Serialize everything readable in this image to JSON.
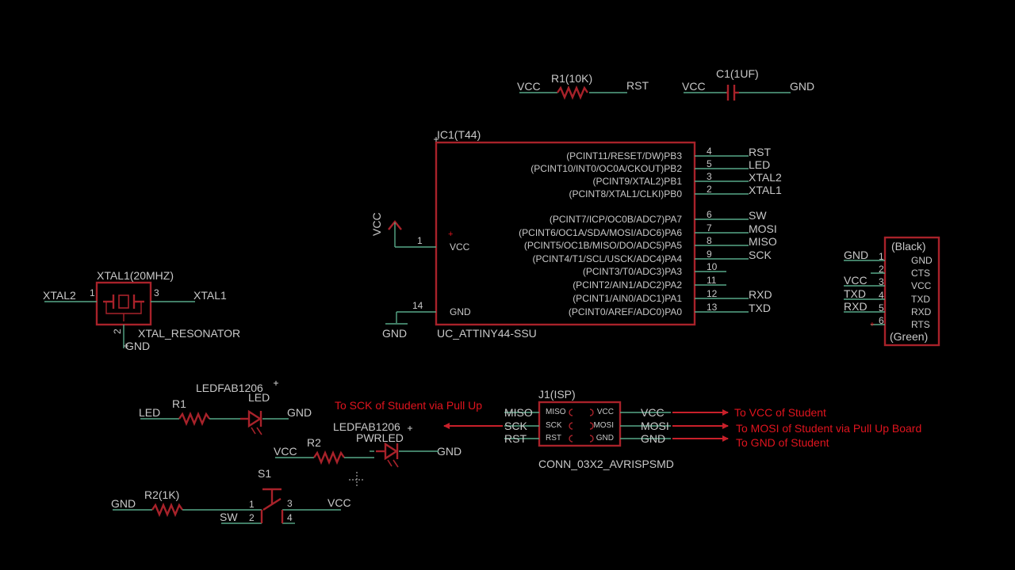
{
  "colors": {
    "background": "#000000",
    "wire": "#57a888",
    "part": "#a8222a",
    "text": "#c8c8c8",
    "annotation": "#e0141e"
  },
  "r1_top": {
    "name": "R1(10K)",
    "left": "VCC",
    "right": "RST"
  },
  "c1": {
    "name": "C1(1UF)",
    "left": "VCC",
    "right": "GND"
  },
  "ic": {
    "name": "IC1(T44)",
    "value": "UC_ATTINY44-SSU",
    "vcc_pin": "VCC",
    "vcc_num": "1",
    "vcc_net": "VCC",
    "vcc_plus": "+",
    "gnd_pin": "GND",
    "gnd_num": "14",
    "gnd_net": "GND",
    "pins": [
      {
        "label": "(PCINT11/RESET/DW)PB3",
        "num": "4",
        "net": "RST"
      },
      {
        "label": "(PCINT10/INT0/OC0A/CKOUT)PB2",
        "num": "5",
        "net": "LED"
      },
      {
        "label": "(PCINT9/XTAL2)PB1",
        "num": "3",
        "net": "XTAL2"
      },
      {
        "label": "(PCINT8/XTAL1/CLKI)PB0",
        "num": "2",
        "net": "XTAL1"
      },
      {
        "label": "(PCINT7/ICP/OC0B/ADC7)PA7",
        "num": "6",
        "net": "SW"
      },
      {
        "label": "(PCINT6/OC1A/SDA/MOSI/ADC6)PA6",
        "num": "7",
        "net": "MOSI"
      },
      {
        "label": "(PCINT5/OC1B/MISO/DO/ADC5)PA5",
        "num": "8",
        "net": "MISO"
      },
      {
        "label": "(PCINT4/T1/SCL/USCK/ADC4)PA4",
        "num": "9",
        "net": "SCK"
      },
      {
        "label": "(PCINT3/T0/ADC3)PA3",
        "num": "10",
        "net": ""
      },
      {
        "label": "(PCINT2/AIN1/ADC2)PA2",
        "num": "11",
        "net": ""
      },
      {
        "label": "(PCINT1/AIN0/ADC1)PA1",
        "num": "12",
        "net": "RXD"
      },
      {
        "label": "(PCINT0/AREF/ADC0)PA0",
        "num": "13",
        "net": "TXD"
      }
    ]
  },
  "ftdi": {
    "top": "(Black)",
    "bottom": "(Green)",
    "pins": [
      {
        "num": "1",
        "label": "GND",
        "net": "GND"
      },
      {
        "num": "2",
        "label": "CTS",
        "net": ""
      },
      {
        "num": "3",
        "label": "VCC",
        "net": "VCC"
      },
      {
        "num": "4",
        "label": "TXD",
        "net": "TXD"
      },
      {
        "num": "5",
        "label": "RXD",
        "net": "RXD"
      },
      {
        "num": "6",
        "label": "RTS",
        "net": ""
      }
    ]
  },
  "xtal": {
    "name": "XTAL1(20MHZ)",
    "value": "XTAL_RESONATOR",
    "left_net": "XTAL2",
    "right_net": "XTAL1",
    "gnd_net": "GND",
    "p1": "1",
    "p2": "2",
    "p3": "3"
  },
  "led1": {
    "value": "LEDFAB1206",
    "name": "LED",
    "res": "R1",
    "left_net": "LED",
    "right_net": "GND"
  },
  "led2": {
    "value": "LEDFAB1206",
    "name": "PWRLED",
    "res": "R2",
    "left_net": "VCC",
    "right_net": "GND"
  },
  "switch": {
    "name": "S1",
    "res": "R2(1K)",
    "gnd_net": "GND",
    "sw_net": "SW",
    "vcc_net": "VCC",
    "p1": "1",
    "p2": "2",
    "p3": "3",
    "p4": "4"
  },
  "isp": {
    "name": "J1(ISP)",
    "value": "CONN_03X2_AVRISPSMD",
    "left": [
      {
        "inner": "MISO",
        "net": "MISO"
      },
      {
        "inner": "SCK",
        "net": "SCK"
      },
      {
        "inner": "RST",
        "net": "RST"
      }
    ],
    "right": [
      {
        "inner": "VCC",
        "net": "VCC"
      },
      {
        "inner": "MOSI",
        "net": "MOSI"
      },
      {
        "inner": "GND",
        "net": "GND"
      }
    ]
  },
  "notes": {
    "sck": "To SCK of Student via Pull Up",
    "vcc": "To VCC of Student",
    "mosi": "To MOSI of Student via Pull Up Board",
    "gnd": "To GND of Student"
  }
}
